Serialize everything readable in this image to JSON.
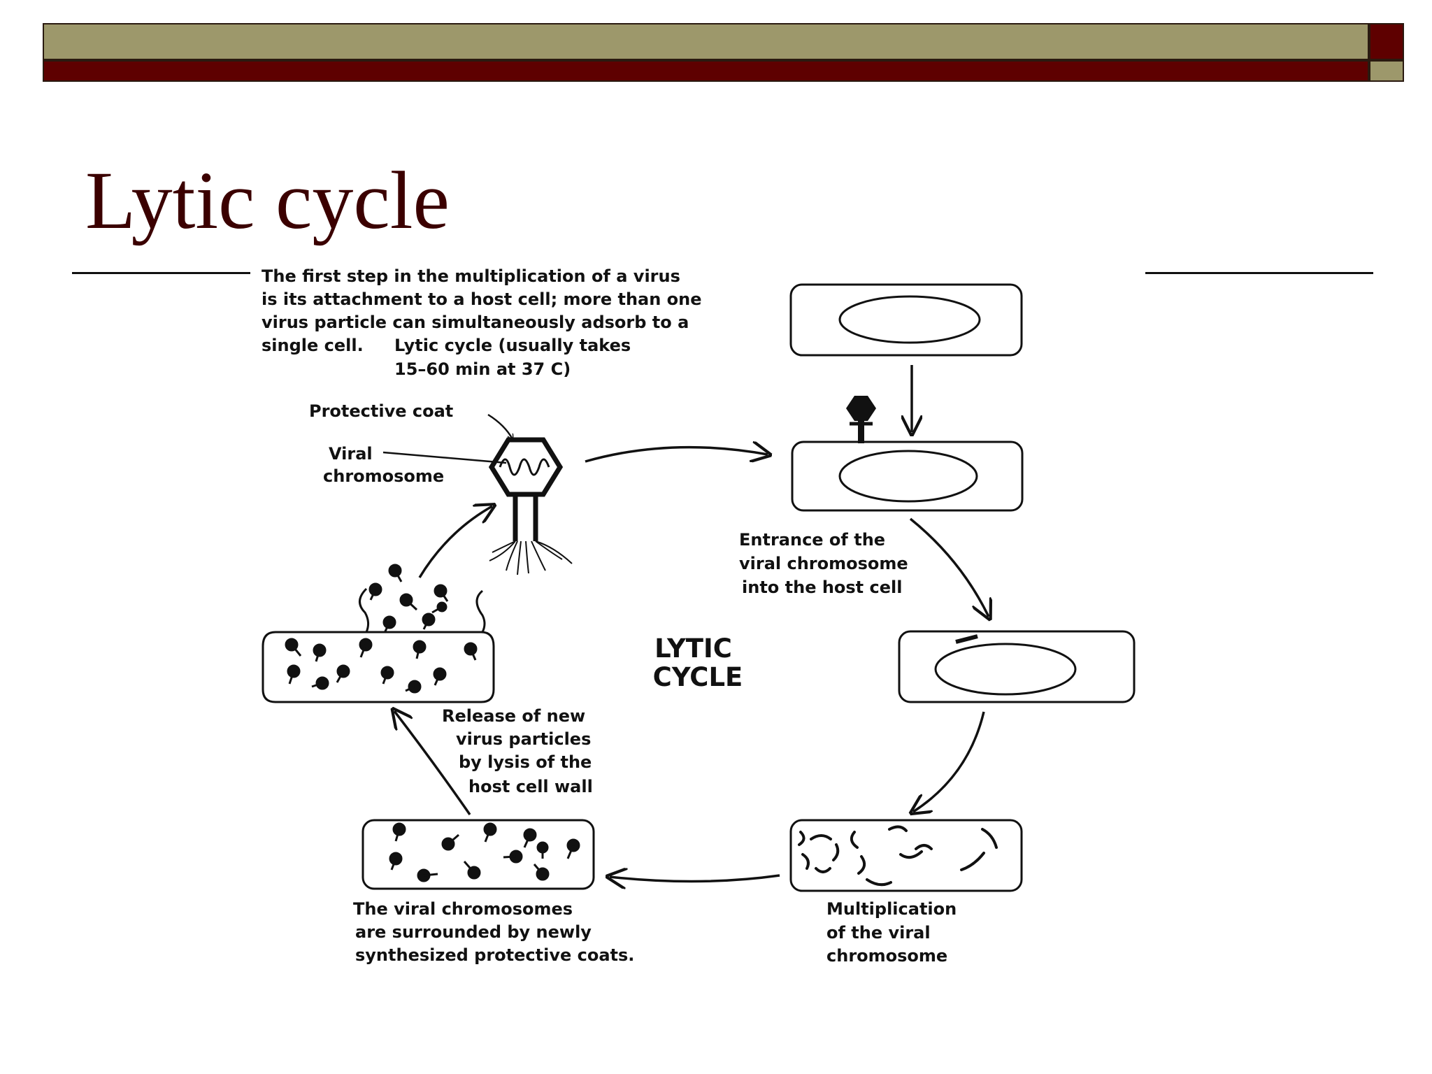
{
  "slide": {
    "title": "Lytic cycle"
  },
  "diagram": {
    "intro": [
      "The first step in the multiplication of a virus",
      "is its attachment to a host cell; more than one",
      "virus particle can simultaneously adsorb to a",
      "single cell.",
      "Lytic cycle (usually takes",
      "15–60 min  at 37  C)"
    ],
    "labels": {
      "protective_coat": "Protective coat",
      "viral_chromosome": [
        "Viral",
        "chromosome"
      ],
      "entrance": [
        "Entrance of the",
        "viral chromosome",
        "into the host cell"
      ],
      "center": [
        "LYTIC",
        "CYCLE"
      ],
      "release": [
        "Release of new",
        "virus particles",
        "by lysis of the",
        "host cell wall"
      ],
      "coats": [
        "The viral chromosomes",
        "are surrounded by newly",
        "synthesized protective coats."
      ],
      "multiplication": [
        "Multiplication",
        "of the viral",
        "chromosome"
      ]
    }
  },
  "colors": {
    "band_olive": "#9d986b",
    "band_maroon": "#5e0000",
    "title": "#3b0000",
    "ink": "#111111"
  }
}
